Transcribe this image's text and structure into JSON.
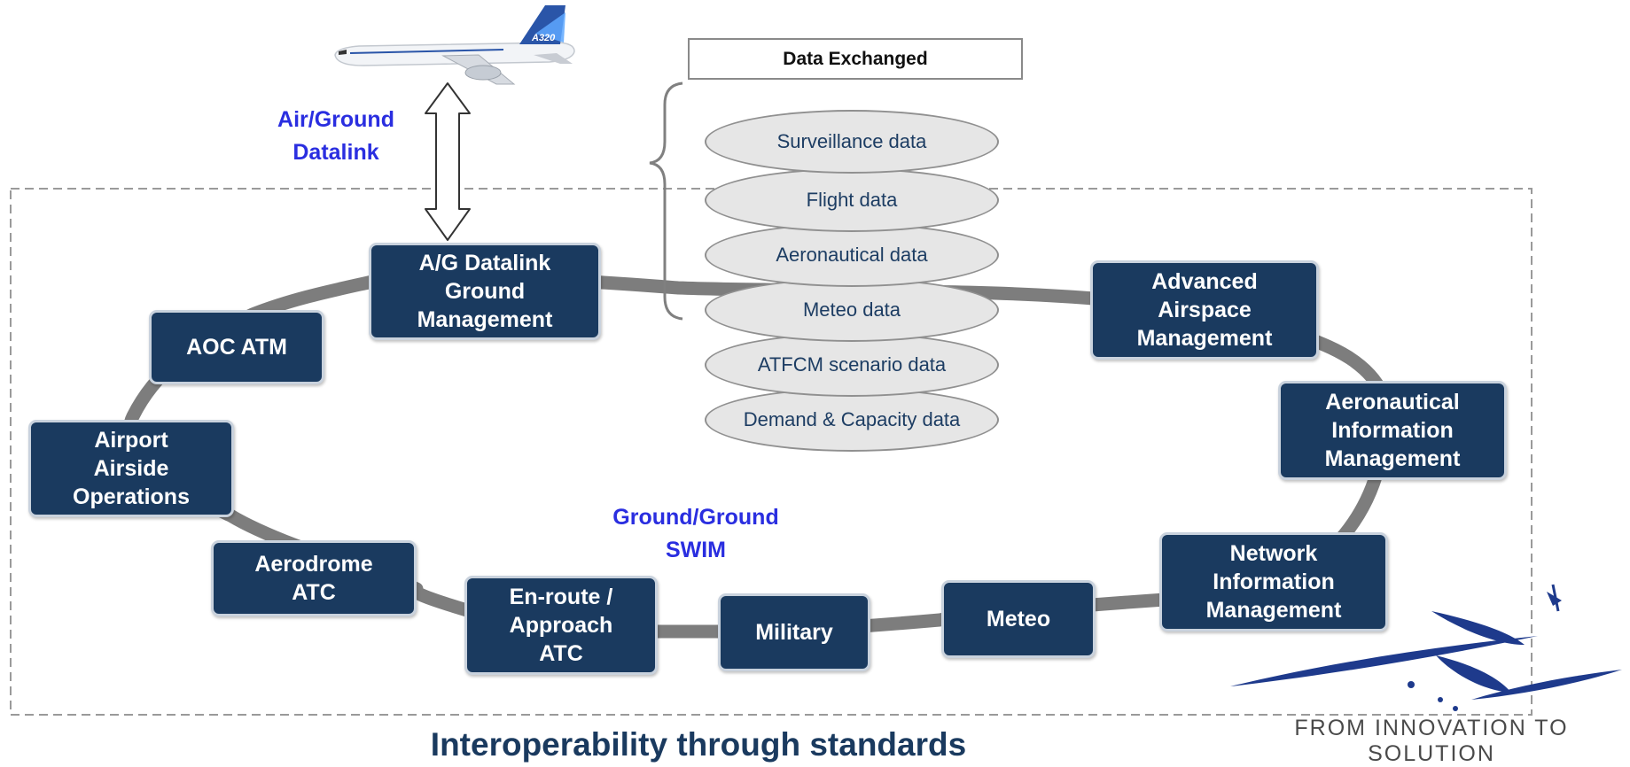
{
  "aircraft": {
    "fin_text": "A320"
  },
  "labels": {
    "air_ground": [
      "Air/Ground",
      "Datalink"
    ],
    "ground_ground": [
      "Ground/Ground",
      "SWIM"
    ]
  },
  "data_exchanged": {
    "header": "Data Exchanged",
    "items": [
      "Surveillance  data",
      "Flight data",
      "Aeronautical data",
      "Meteo data",
      "ATFCM scenario data",
      "Demand & Capacity data"
    ]
  },
  "nodes": {
    "ag_datalink": [
      "A/G Datalink",
      "Ground",
      "Management"
    ],
    "aoc_atm": [
      "AOC ATM"
    ],
    "airport_airside": [
      "Airport",
      "Airside",
      "Operations"
    ],
    "aerodrome_atc": [
      "Aerodrome",
      "ATC"
    ],
    "enroute_approach": [
      "En-route /",
      "Approach",
      "ATC"
    ],
    "military": [
      "Military"
    ],
    "meteo": [
      "Meteo"
    ],
    "network_info": [
      "Network",
      "Information",
      "Management"
    ],
    "aeronautical_info": [
      "Aeronautical",
      "Information",
      "Management"
    ],
    "advanced_airspace": [
      "Advanced",
      "Airspace",
      "Management"
    ]
  },
  "footer": {
    "title": "Interoperability through standards",
    "tagline": "FROM INNOVATION TO SOLUTION"
  },
  "colors": {
    "node_fill": "#1a3a5f",
    "label_blue": "#2a2ee0",
    "ring_grey": "#7d7d7d",
    "disc_fill": "#e6e6e6",
    "logo_blue": "#1e3a8c"
  }
}
